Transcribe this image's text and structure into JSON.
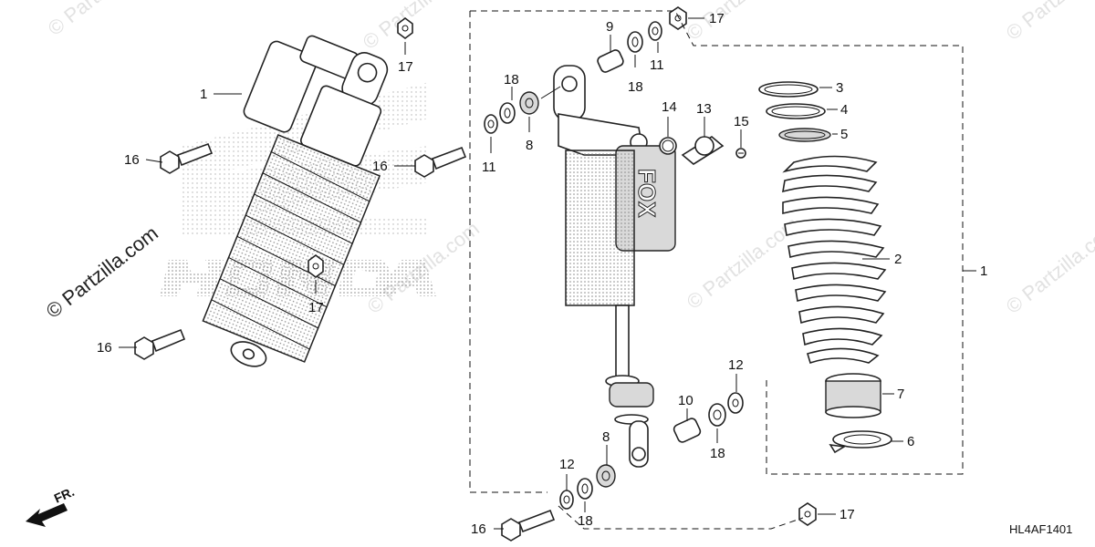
{
  "watermark": {
    "text": "© Partzilla.com"
  },
  "diagram_code": "HL4AF1401",
  "direction_label": "FR.",
  "brand_background": "HONDA",
  "shock_brand_text": "FOX",
  "callouts": {
    "c1_left": "1",
    "c1_right": "1",
    "c2": "2",
    "c3": "3",
    "c4": "4",
    "c5": "5",
    "c6": "6",
    "c7": "7",
    "c8_top": "8",
    "c8_bottom": "8",
    "c9": "9",
    "c10": "10",
    "c11_top": "11",
    "c11_left": "11",
    "c12_right": "12",
    "c12_bottom": "12",
    "c13": "13",
    "c14": "14",
    "c15": "15",
    "c16_top": "16",
    "c16_mid": "16",
    "c16_left_bottom": "16",
    "c16_bottom": "16",
    "c17_top_left": "17",
    "c17_mid": "17",
    "c17_top_right": "17",
    "c17_bottom": "17",
    "c18_top_left": "18",
    "c18_top_right": "18",
    "c18_mid": "18",
    "c18_bottom": "18"
  },
  "colors": {
    "line": "#111111",
    "watermark": "#e2e2e2",
    "shading": "#9a9a9a"
  }
}
